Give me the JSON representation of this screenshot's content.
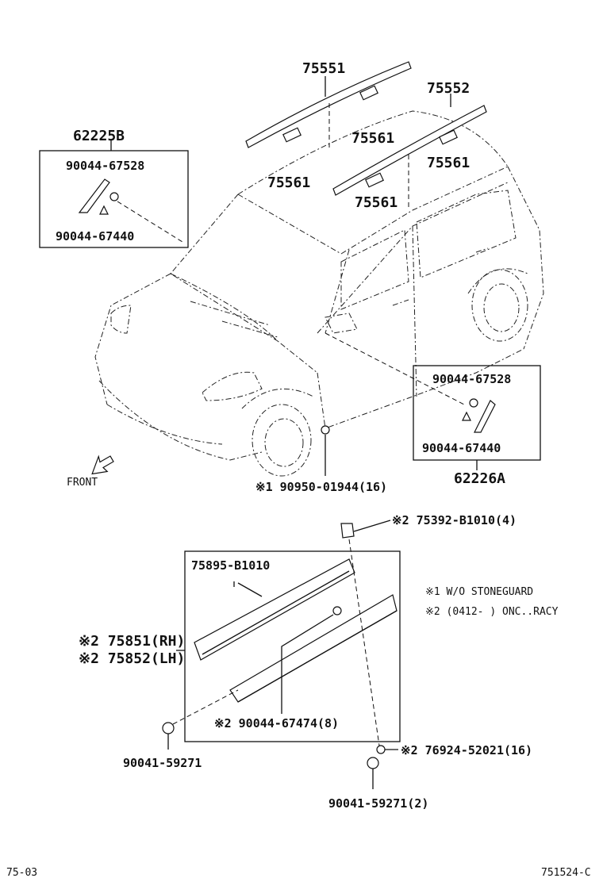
{
  "labels": {
    "p75551": "75551",
    "p75552": "75552",
    "p75561_a": "75561",
    "p75561_b": "75561",
    "p75561_c": "75561",
    "p75561_d": "75561",
    "p62225b": "62225B",
    "b1_top": "90044-67528",
    "b1_bot": "90044-67440",
    "b2_top": "90044-67528",
    "b2_bot": "90044-67440",
    "p62226a": "62226A",
    "front": "FRONT",
    "clip_a": "※1 90950-01944(16)",
    "c75392": "※2 75392-B1010(4)",
    "p75895": "75895-B1010",
    "p75851": "※2 75851(RH)",
    "p75852": "※2 75852(LH)",
    "note1": "※1 W/O STONEGUARD",
    "note2": "※2 (0412-    ) ONC..RACY",
    "p67474": "※2 90044-67474(8)",
    "p76924": "※2 76924-52021(16)",
    "p59271_l": "90041-59271",
    "p59271_r": "90041-59271(2)",
    "page_left": "75-03",
    "page_right": "751524-C"
  }
}
